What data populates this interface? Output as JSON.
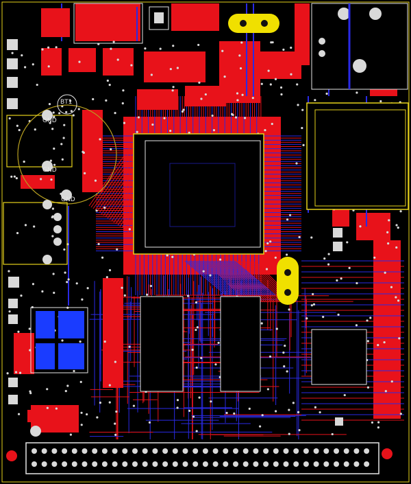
{
  "labels": {
    "bt1": "BT1",
    "gnd_1": "GND",
    "gnd_2": "GND",
    "gnd_3": "GND"
  },
  "colors": {
    "background": "#000000",
    "top_copper": "#e8121a",
    "bottom_copper": "#2a2ae6",
    "silkscreen": "#f2f2f2",
    "component_outline": "#e6d21a",
    "pad": "#d9d9d9",
    "oscillator": "#f0e000",
    "blue_pad": "#1a3cff"
  },
  "icons": [
    "pcb-layout-icon"
  ]
}
